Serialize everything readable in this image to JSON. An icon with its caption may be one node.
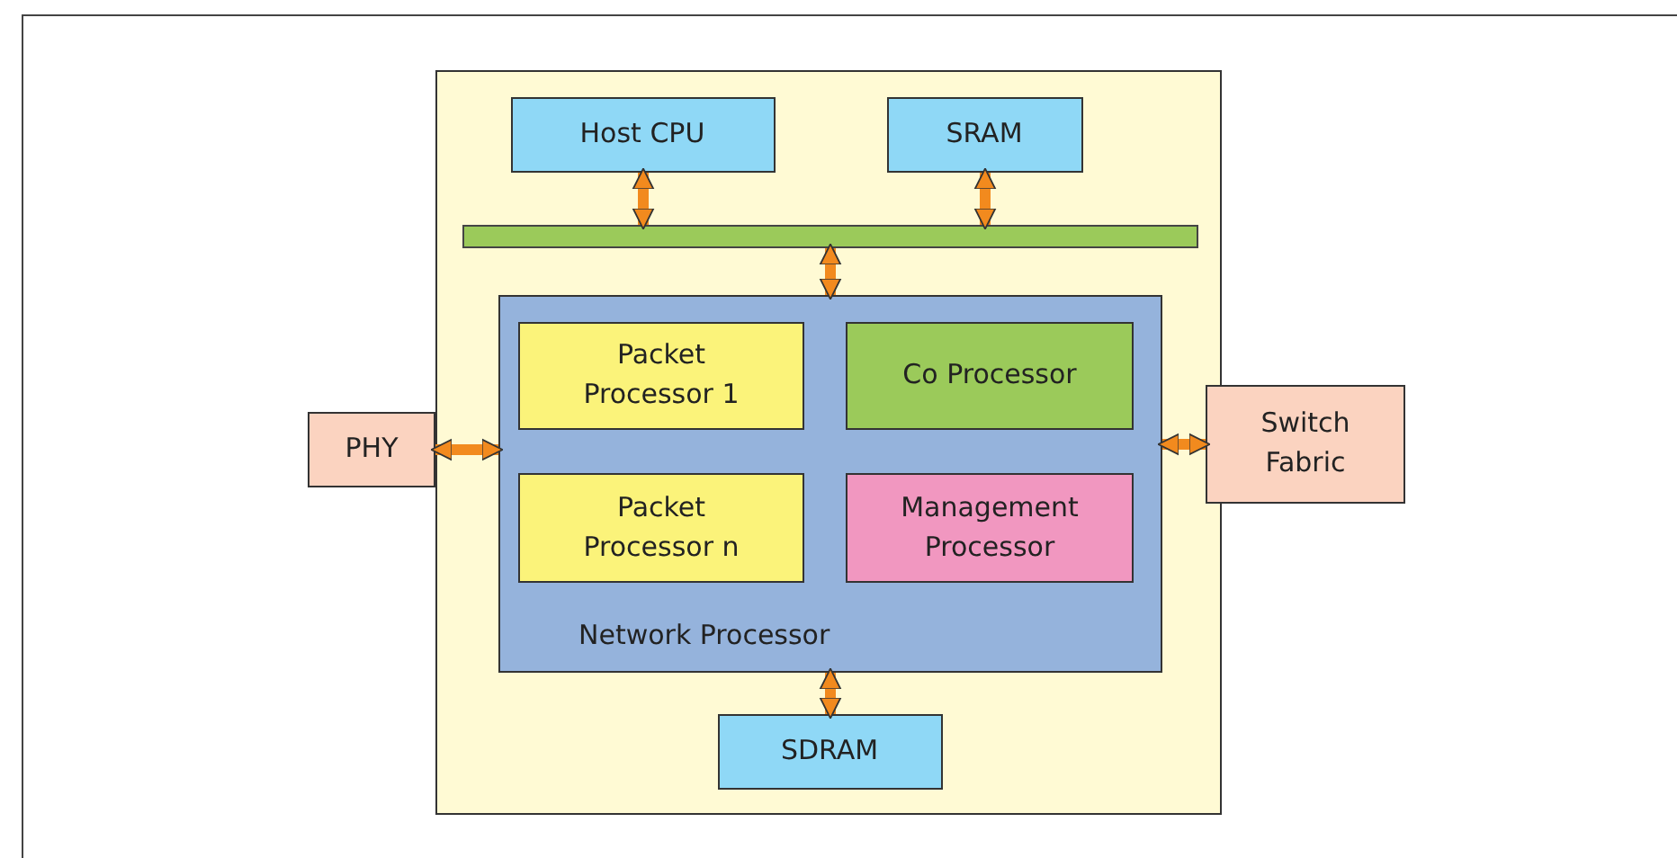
{
  "diagram": {
    "nodes": [
      {
        "text": [],
        "shape": "box"
      },
      {
        "text": [
          "Host CPU"
        ],
        "in": 0
      },
      {
        "text": [
          "SRAM"
        ],
        "in": 0
      },
      {
        "text": [],
        "shape": "bar",
        "in": 0
      },
      {
        "text": [
          "Network Processor"
        ],
        "in": 0
      },
      {
        "text": [
          "Packet Processor 1"
        ],
        "in": 4
      },
      {
        "text": [
          "Co Processor"
        ],
        "in": 4
      },
      {
        "text": [
          "Packet Processor n"
        ],
        "in": 4
      },
      {
        "text": [
          "Management Processor"
        ],
        "in": 4
      },
      {
        "text": [
          "SDRAM"
        ],
        "in": 0
      },
      {
        "text": [
          "PHY"
        ]
      },
      {
        "text": [
          "Switch Fabric"
        ]
      }
    ],
    "edges": [
      {
        "from": 1,
        "to": 3,
        "arrow": "both"
      },
      {
        "from": 2,
        "to": 3,
        "arrow": "both"
      },
      {
        "from": 3,
        "to": 4,
        "arrow": "both"
      },
      {
        "from": 10,
        "to": 4,
        "arrow": "both"
      },
      {
        "from": 4,
        "to": 11,
        "arrow": "both"
      },
      {
        "from": 4,
        "to": 9,
        "arrow": "both"
      }
    ]
  }
}
